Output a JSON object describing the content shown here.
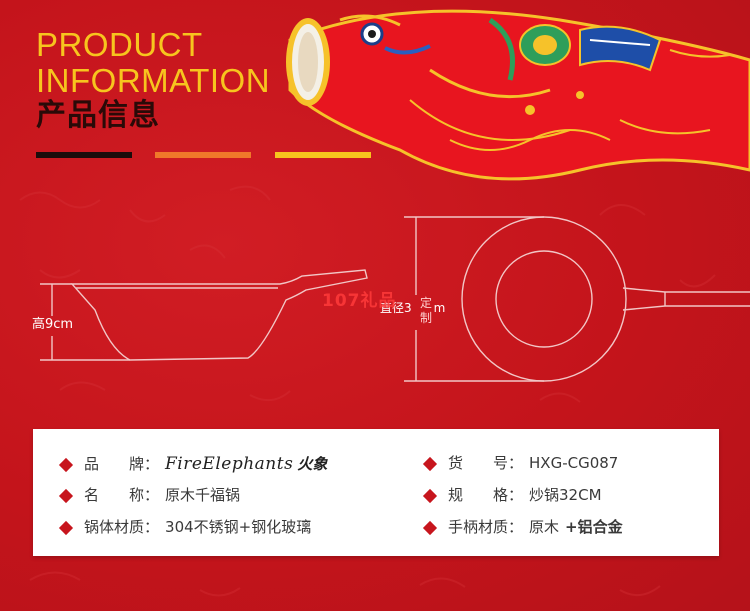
{
  "title": {
    "en_line1": "PRODUCT",
    "en_line2": "INFORMATION",
    "cn": "产品信息"
  },
  "decor": {
    "bar_colors": [
      "#1c0c0b",
      "#f0782a",
      "#f7c51e"
    ],
    "background_color": "#c8141c",
    "fish_icon": "koi-windsock-icon"
  },
  "diagram": {
    "height_label": "高9cm",
    "diameter_label": "直径3",
    "diameter_unit": "m",
    "watermark_text": "107礼品",
    "watermark_sub": "定制"
  },
  "specs": {
    "left": [
      {
        "label": "品牌",
        "value_script": "FireElephants",
        "value_cn": "火象"
      },
      {
        "label": "名称",
        "value": "原木千福锅"
      },
      {
        "label": "锅体材质",
        "value": "304不锈钢+钢化玻璃"
      }
    ],
    "right": [
      {
        "label": "货号",
        "value": "HXG-CG087"
      },
      {
        "label": "规格",
        "value": "炒锅32CM"
      },
      {
        "label": "手柄材质",
        "value": "原木",
        "value_extra": "+铝合金"
      }
    ]
  }
}
